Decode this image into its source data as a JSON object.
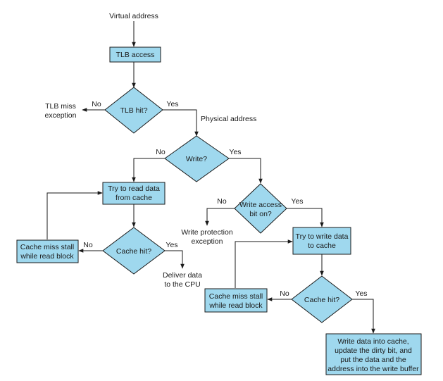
{
  "virtual_address": "Virtual address",
  "tlb_access": "TLB access",
  "tlb_hit": "TLB hit?",
  "tlb_hit_no": "No",
  "tlb_hit_yes": "Yes",
  "tlb_miss_exception": [
    "TLB miss",
    "exception"
  ],
  "physical_address": "Physical address",
  "write_q": "Write?",
  "write_no": "No",
  "write_yes": "Yes",
  "try_read": [
    "Try to read data",
    "from cache"
  ],
  "cache_hit_read": "Cache hit?",
  "cache_hit_read_no": "No",
  "cache_hit_read_yes": "Yes",
  "stall_read": [
    "Cache miss stall",
    "while read block"
  ],
  "deliver": [
    "Deliver data",
    "to the CPU"
  ],
  "write_access": [
    "Write access",
    "bit on?"
  ],
  "write_access_no": "No",
  "write_access_yes": "Yes",
  "write_protection": [
    "Write protection",
    "exception"
  ],
  "try_write": [
    "Try to write data",
    "to cache"
  ],
  "cache_hit_write": "Cache hit?",
  "cache_hit_write_no": "No",
  "cache_hit_write_yes": "Yes",
  "stall_write": [
    "Cache miss stall",
    "while read block"
  ],
  "write_final": [
    "Write data into cache,",
    "update the dirty bit, and",
    "put the data and the",
    "address into the write buffer"
  ]
}
